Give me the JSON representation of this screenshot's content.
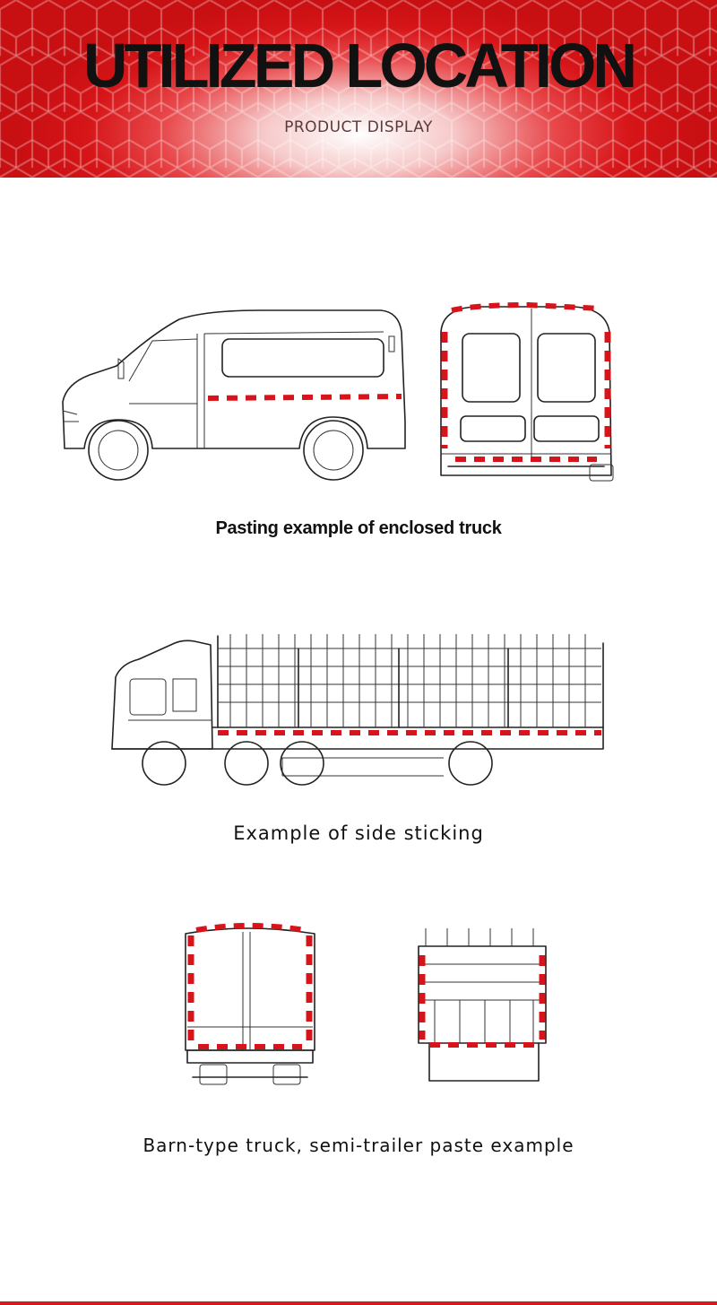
{
  "banner": {
    "title": "UTILIZED LOCATION",
    "subtitle": "PRODUCT DISPLAY",
    "accent_color": "#d61518"
  },
  "examples": [
    {
      "caption": "Pasting example of enclosed truck"
    },
    {
      "caption": "Example of side sticking"
    },
    {
      "caption": "Barn-type truck, semi-trailer paste example"
    }
  ],
  "colors": {
    "reflective_tape": "#d8141b",
    "line_art": "#222222",
    "footer_rule": "#d9181c"
  }
}
